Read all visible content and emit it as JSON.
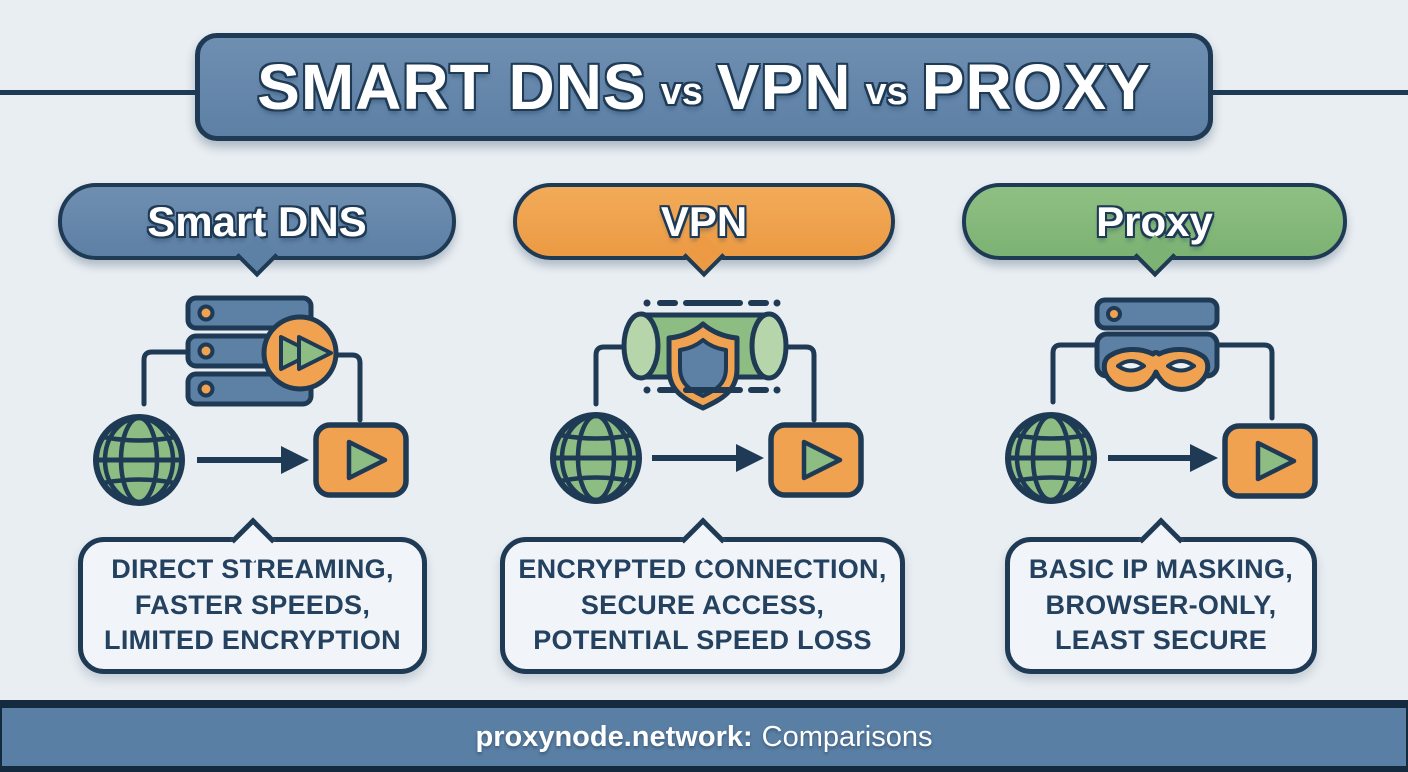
{
  "title": {
    "parts": [
      "SMART DNS",
      "vs",
      "VPN",
      "vs",
      "PROXY"
    ]
  },
  "columns": [
    {
      "name": "Smart DNS",
      "header_color": "#5d80a5",
      "icons": [
        "dns-server-icon",
        "fast-forward-badge-icon",
        "globe-icon",
        "flow-arrow-icon",
        "play-button-icon"
      ],
      "description": [
        "DIRECT STREAMING,",
        "FASTER SPEEDS,",
        "LIMITED ENCRYPTION"
      ]
    },
    {
      "name": "VPN",
      "header_color": "#ec9a43",
      "icons": [
        "vpn-tunnel-icon",
        "shield-icon",
        "globe-icon",
        "flow-arrow-icon",
        "play-button-icon"
      ],
      "description": [
        "ENCRYPTED CONNECTION,",
        "SECURE ACCESS,",
        "POTENTIAL SPEED LOSS"
      ]
    },
    {
      "name": "Proxy",
      "header_color": "#7cb273",
      "icons": [
        "proxy-server-icon",
        "mask-icon",
        "globe-icon",
        "flow-arrow-icon",
        "play-button-icon"
      ],
      "description": [
        "BASIC IP MASKING,",
        "BROWSER-ONLY,",
        "LEAST SECURE"
      ]
    }
  ],
  "footer": {
    "brand": "proxynode.network:",
    "label": "Comparisons"
  },
  "colors": {
    "background": "#e9eef2",
    "outline_navy": "#1e3a55",
    "slate_blue": "#5d80a5",
    "orange": "#ee9e4a",
    "green": "#7fb675",
    "light_green": "#b7d5aa",
    "panel_bg": "#f1f4f8",
    "footer_bar": "#5a7fa5"
  }
}
